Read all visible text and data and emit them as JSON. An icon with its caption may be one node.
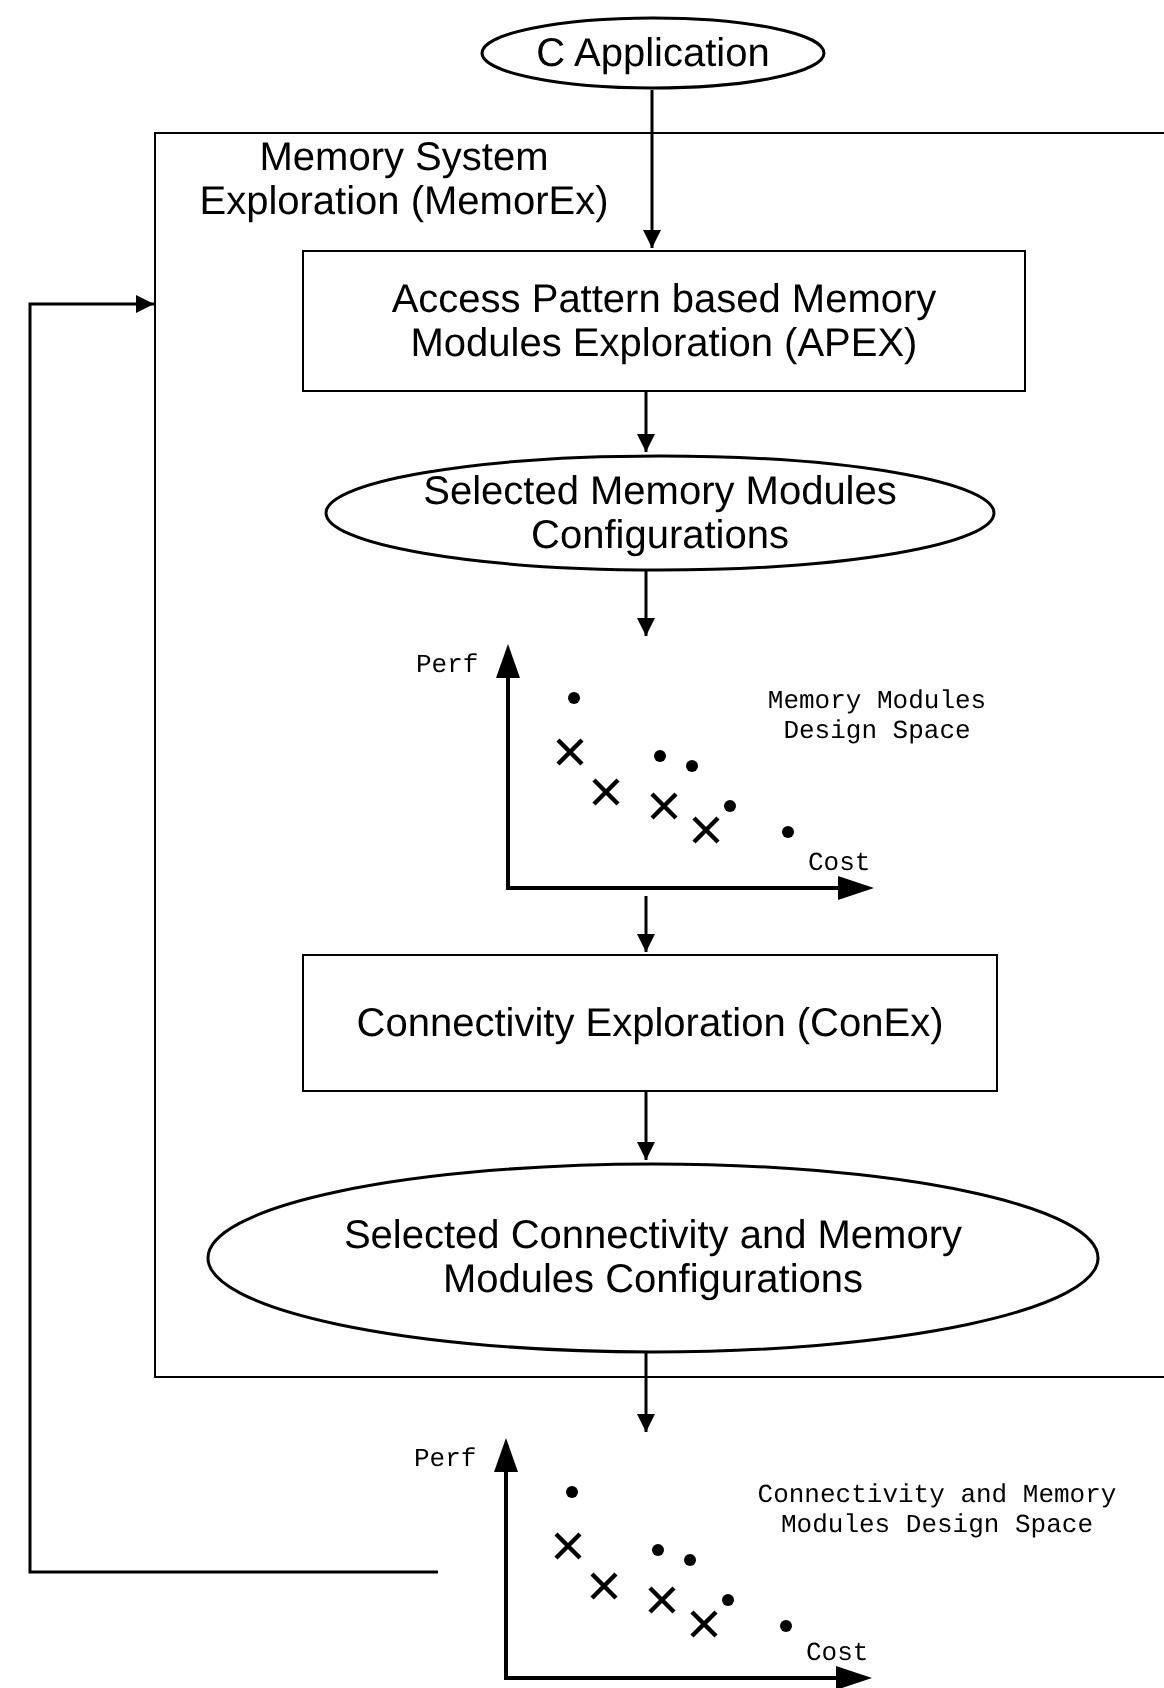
{
  "diagram": {
    "nodes": [
      {
        "text": [
          "C Application"
        ]
      },
      {
        "text": [
          "Memory System Exploration (MemorEx)"
        ]
      },
      {
        "text": [
          "Access Pattern based Memory Modules Exploration (APEX)"
        ],
        "in": 1
      },
      {
        "text": [
          "Selected Memory Modules Configurations"
        ],
        "in": 1
      },
      {
        "text": [
          "Perf",
          "Memory Modules Design Space",
          "Cost"
        ],
        "in": 1
      },
      {
        "text": [
          "Connectivity Exploration (ConEx)"
        ],
        "in": 1
      },
      {
        "text": [
          "Selected Connectivity and Memory Modules Configurations"
        ],
        "in": 1
      },
      {
        "text": [
          "Perf",
          "Connectivity and Memory Modules Design Space",
          "Cost"
        ]
      }
    ],
    "edges": [
      {
        "from": 0,
        "to": 2,
        "arrow": "to"
      },
      {
        "from": 2,
        "to": 3,
        "arrow": "to"
      },
      {
        "from": 3,
        "to": 4,
        "arrow": "to"
      },
      {
        "from": 4,
        "to": 5,
        "arrow": "to"
      },
      {
        "from": 5,
        "to": 6,
        "arrow": "to"
      },
      {
        "from": 6,
        "to": 7,
        "arrow": "to"
      },
      {
        "from": 7,
        "to": 1,
        "arrow": "to"
      }
    ]
  }
}
